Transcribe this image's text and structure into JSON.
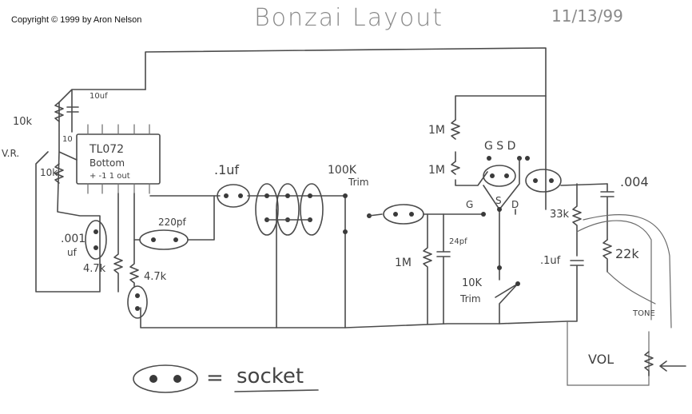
{
  "copyright": "Copyright © 1999 by Aron Nelson",
  "title": "Bonzai Layout",
  "date": "11/13/99",
  "labels": {
    "r_10k_top": "10k",
    "cap_10uf": "10uf",
    "vr": "V.R.",
    "r_10k_side": "10k",
    "pin10": "10",
    "ic_name": "TL072",
    "ic_side": "Bottom",
    "ic_pins": "+  -1  1 out",
    "cap_01uf_a": ".1uf",
    "trim_100k": "100K",
    "trim_100k_word": "Trim",
    "r_1m_top": "1M",
    "r_1m_mid": "1M",
    "jfet1": "G  S  D",
    "jfet2_s": "S",
    "jfet2_d": "D",
    "jfet2_g": "G",
    "cap_004": ".004",
    "cap_220pf": "220pf",
    "cap_001": ".001",
    "cap_001_unit": "uf",
    "r_47k_a": "4.7k",
    "r_47k_b": "4.7k",
    "r_1m_low": "1M",
    "cap_24pf": "24pf",
    "r_33k": "33k",
    "cap_01uf_b": ".1uf",
    "r_22k": "22k",
    "trim_10k": "10K",
    "trim_10k_word": "Trim",
    "tone": "TONE",
    "vol": "VOL",
    "legend_eq": "=",
    "legend_word": "socket"
  }
}
